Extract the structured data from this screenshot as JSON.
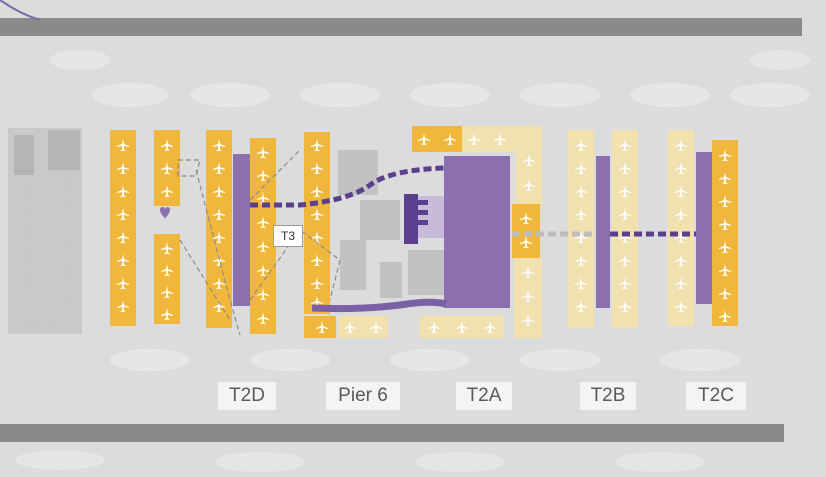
{
  "colors": {
    "background": "#dcdcdc",
    "runway": "#8a8a8a",
    "stand_active": "#f0b73c",
    "stand_inactive": "#f1e1ae",
    "terminal": "#8b6fae",
    "route": "#5b3f8e",
    "route_inactive": "#bdbdbd"
  },
  "icons": {
    "stand": "airplane-icon",
    "landmark": "heart-icon"
  },
  "terminals": {
    "t2d": "T2D",
    "pier6": "Pier 6",
    "t2a": "T2A",
    "t2b": "T2B",
    "t2c": "T2C",
    "t3": "T3"
  }
}
